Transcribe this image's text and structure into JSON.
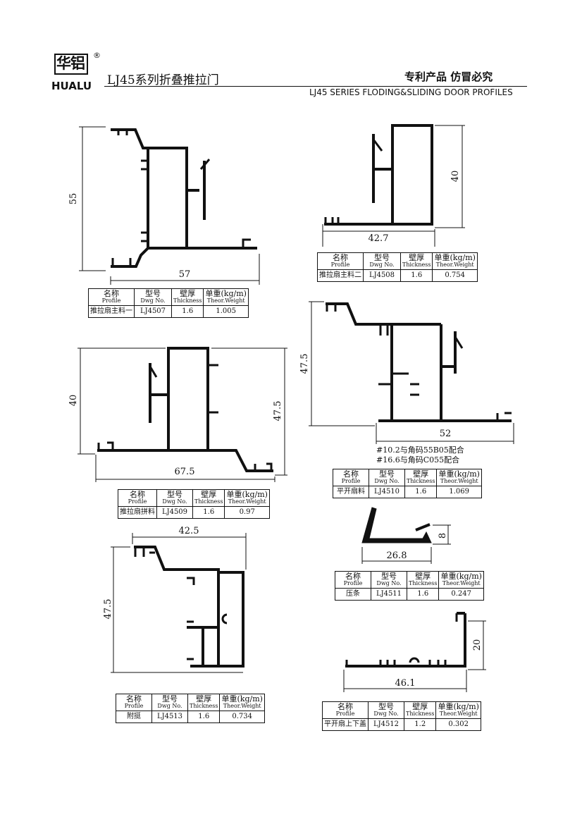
{
  "header": {
    "brand_cn": "华铝",
    "brand_en": "HUALU",
    "registered": "®",
    "title_cn": "LJ45系列折叠推拉门",
    "patent": "专利产品 仿冒必究",
    "title_en": "LJ45 SERIES FLODING&SLIDING DOOR PROFILES"
  },
  "table_header": {
    "name_cn": "名称",
    "name_en": "Profile",
    "dwg_cn": "型号",
    "dwg_en": "Dwg No.",
    "thk_cn": "壁厚",
    "thk_en": "Thickness",
    "wt_cn": "单重(kg/m)",
    "wt_en": "Theor.Weight"
  },
  "profiles": [
    {
      "name": "推拉扇主料一",
      "dwg": "LJ4507",
      "thickness": "1.6",
      "weight": "1.005",
      "dims": [
        "55",
        "57"
      ]
    },
    {
      "name": "推拉扇主料二",
      "dwg": "LJ4508",
      "thickness": "1.6",
      "weight": "0.754",
      "dims": [
        "40",
        "42.7"
      ]
    },
    {
      "name": "推拉扇拼料",
      "dwg": "LJ4509",
      "thickness": "1.6",
      "weight": "0.97",
      "dims": [
        "40",
        "47.5",
        "67.5"
      ]
    },
    {
      "name": "平开扇料",
      "dwg": "LJ4510",
      "thickness": "1.6",
      "weight": "1.069",
      "dims": [
        "47.5",
        "52"
      ]
    },
    {
      "name": "压条",
      "dwg": "LJ4511",
      "thickness": "1.6",
      "weight": "0.247",
      "dims": [
        "8",
        "26.8"
      ]
    },
    {
      "name": "附挺",
      "dwg": "LJ4513",
      "thickness": "1.6",
      "weight": "0.734",
      "dims": [
        "42.5",
        "47.5"
      ]
    },
    {
      "name": "平开扇上下盖",
      "dwg": "LJ4512",
      "thickness": "1.2",
      "weight": "0.302",
      "dims": [
        "20",
        "46.1"
      ]
    }
  ],
  "notes": {
    "line1": "#10.2与角码55B05配合",
    "line2": "#16.6与角码C055配合"
  }
}
